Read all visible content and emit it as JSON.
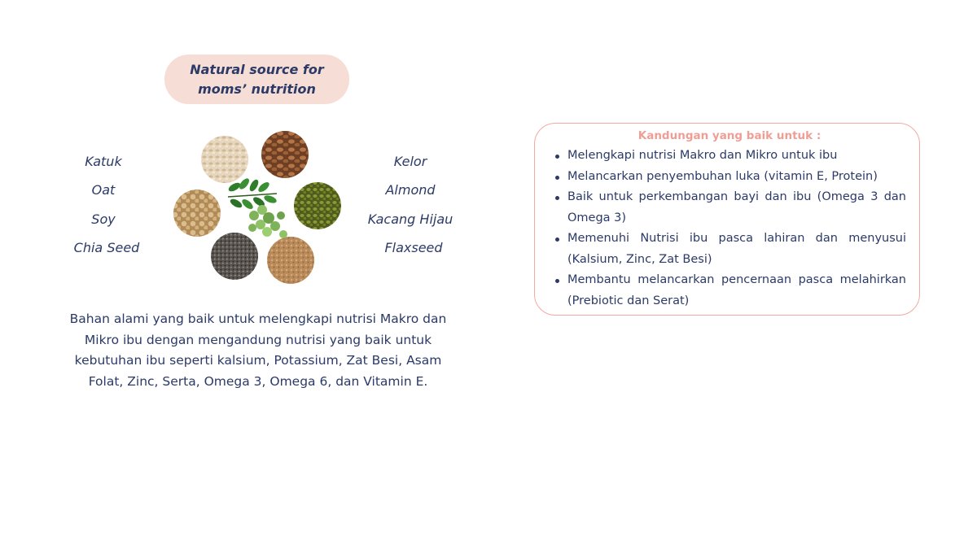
{
  "title": {
    "line1": "Natural source for",
    "line2": "moms’ nutrition"
  },
  "left_foods": [
    "Katuk",
    "Oat",
    "Soy",
    "Chia Seed"
  ],
  "right_foods": [
    "Kelor",
    "Almond",
    "Kacang Hijau",
    "Flaxseed"
  ],
  "description": "Bahan alami yang baik untuk melengkapi nutrisi Makro dan Mikro ibu dengan mengandung nutrisi yang baik untuk kebutuhan ibu seperti kalsium, Potassium, Zat Besi, Asam Folat, Zinc, Serta, Omega 3, Omega 6, dan Vitamin E.",
  "card": {
    "title": "Kandungan yang baik untuk :",
    "items": [
      "Melengkapi nutrisi Makro dan Mikro untuk ibu",
      "Melancarkan penyembuhan luka (vitamin E, Protein)",
      "Baik untuk perkembangan bayi dan ibu (Omega 3 dan Omega 3)",
      "Memenuhi Nutrisi ibu pasca lahiran dan menyusui (Kalsium, Zinc, Zat Besi)",
      "Membantu melancarkan pencernaan pasca melahirkan (Prebiotic dan Serat)"
    ]
  },
  "colors": {
    "text": "#2b3a67",
    "pill": "#f6ded6",
    "accent": "#ef9e95",
    "border": "#f2aba3"
  }
}
